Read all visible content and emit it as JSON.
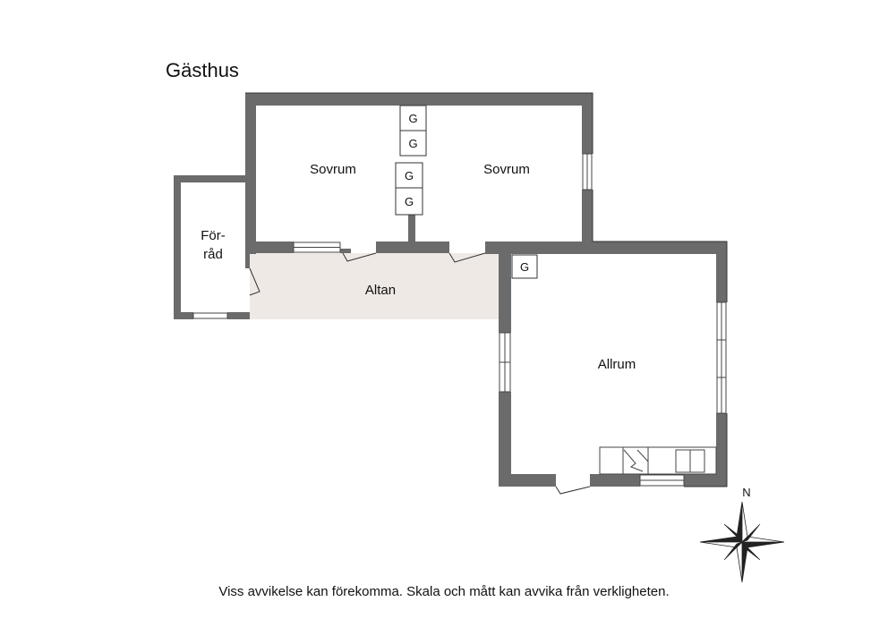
{
  "title": "Gästhus",
  "rooms": {
    "bedroom_left": "Sovrum",
    "bedroom_right": "Sovrum",
    "storage_line1": "För-",
    "storage_line2": "råd",
    "terrace": "Altan",
    "living": "Allrum"
  },
  "fixture_label": "G",
  "compass_label": "N",
  "footer": "Viss avvikelse kan förekomma. Skala och mått kan avvika från verkligheten.",
  "colors": {
    "wall": "#6b6b6b",
    "terrace_fill": "#efe9e6",
    "line": "#333333"
  }
}
